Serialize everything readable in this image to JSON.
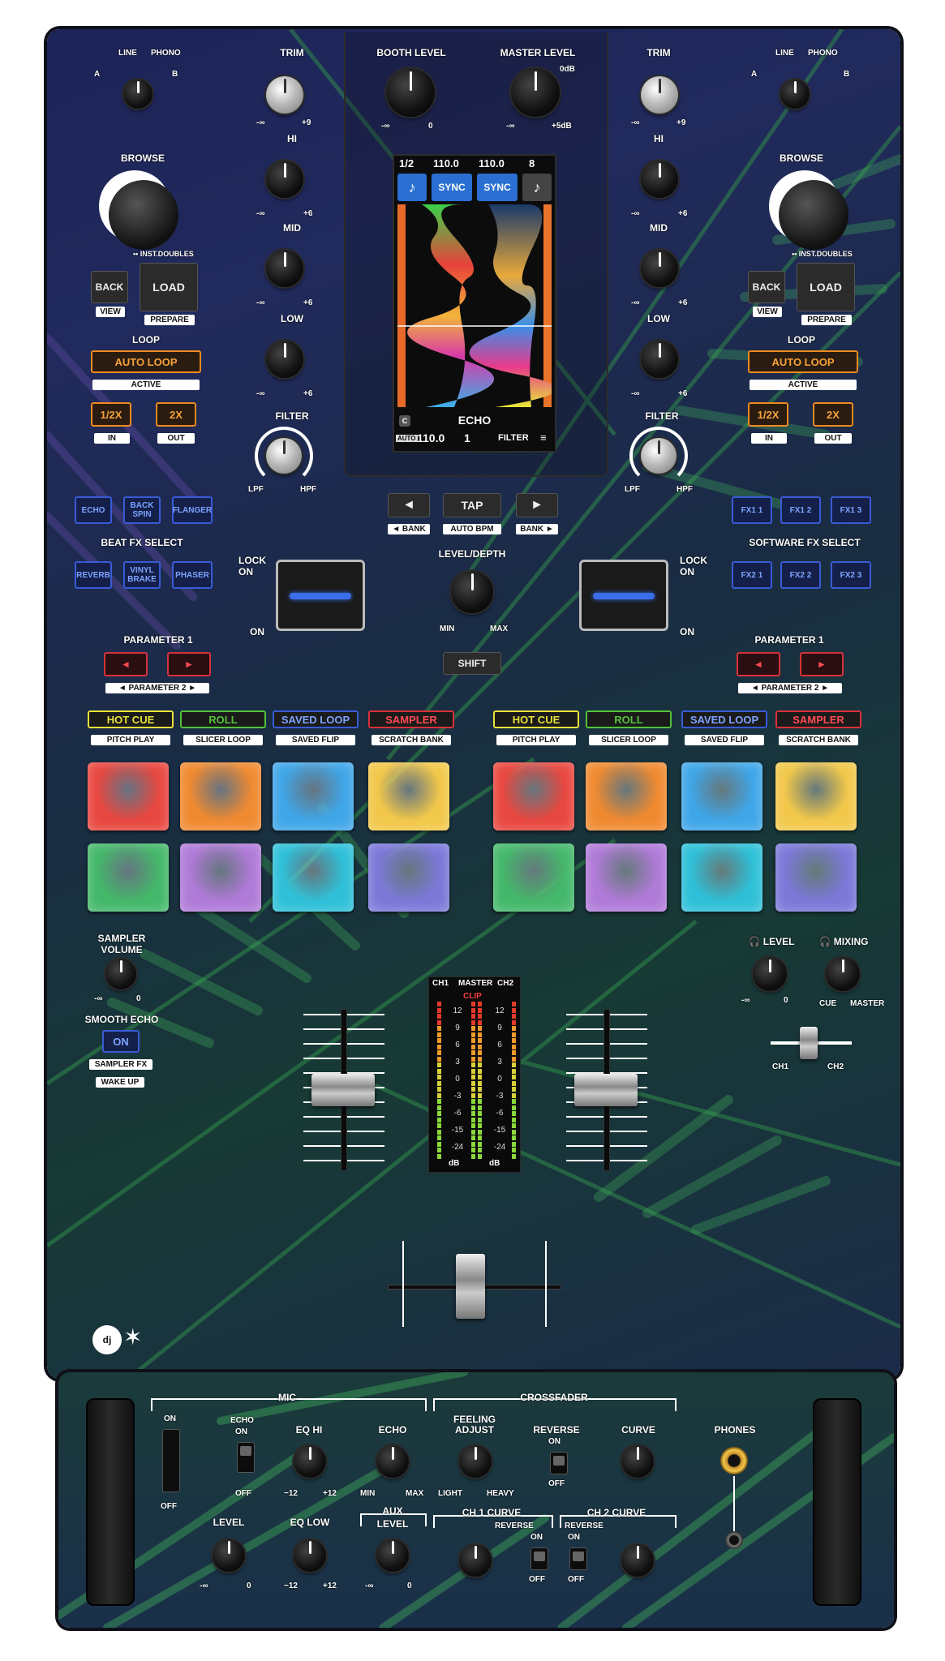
{
  "top": {
    "left_input": {
      "a": "A",
      "b": "B",
      "line": "LINE",
      "phono": "PHONO"
    },
    "right_input": {
      "a": "A",
      "b": "B",
      "line": "LINE",
      "phono": "PHONO"
    },
    "trim": "TRIM",
    "hi": "HI",
    "mid": "MID",
    "low": "LOW",
    "filter": "FILTER",
    "lpf": "LPF",
    "hpf": "HPF",
    "minus_inf": "-∞",
    "plus9": "+9",
    "plus6": "+6",
    "zero": "0",
    "plus5db": "+5dB",
    "zero_db": "0dB",
    "booth_level": "BOOTH LEVEL",
    "master_level": "MASTER LEVEL",
    "browse": "BROWSE",
    "inst_doubles": "•• INST.DOUBLES",
    "back": "BACK",
    "view": "VIEW",
    "load": "LOAD",
    "prepare": "PREPARE",
    "loop": "LOOP",
    "auto_loop": "AUTO LOOP",
    "active": "ACTIVE",
    "half_x": "1/2X",
    "two_x": "2X",
    "in": "IN",
    "out": "OUT"
  },
  "screen": {
    "beat_left": "1/2",
    "bpm_left": "110.0",
    "bpm_right": "110.0",
    "beat_right": "8",
    "sync": "SYNC",
    "fx_name": "ECHO",
    "c_badge": "C",
    "auto_badge": "AUTO",
    "bottom_bpm": "110.0",
    "bottom_beat": "1",
    "bottom_mode": "FILTER"
  },
  "beat_fx": {
    "buttons": [
      "ECHO",
      "BACK SPIN",
      "FLANGER",
      "REVERB",
      "VINYL BRAKE",
      "PHASER"
    ],
    "select_label": "BEAT FX SELECT",
    "prev": "◄",
    "tap": "TAP",
    "next": "►",
    "bank_left": "◄ BANK",
    "auto_bpm": "AUTO BPM",
    "bank_right": "BANK ►",
    "level_depth": "LEVEL/DEPTH",
    "min": "MIN",
    "max": "MAX",
    "shift": "SHIFT"
  },
  "software_fx": {
    "buttons": [
      "FX1 1",
      "FX1 2",
      "FX1 3",
      "FX2 1",
      "FX2 2",
      "FX2 3"
    ],
    "select_label": "SOFTWARE FX SELECT"
  },
  "lock": {
    "lock_on": "LOCK ON",
    "on": "ON"
  },
  "parameter": {
    "p1": "PARAMETER 1",
    "p2": "◄ PARAMETER 2 ►"
  },
  "pad_modes": {
    "hot_cue": "HOT CUE",
    "roll": "ROLL",
    "saved_loop": "SAVED LOOP",
    "sampler": "SAMPLER",
    "pitch_play": "PITCH PLAY",
    "slicer_loop": "SLICER LOOP",
    "saved_flip": "SAVED FLIP",
    "scratch_bank": "SCRATCH BANK"
  },
  "pad_colors": [
    "#e8473f",
    "#f08a30",
    "#3fa6e8",
    "#f2c84a",
    "#44b86a",
    "#b07ad8",
    "#2ec0d8",
    "#7b78d8"
  ],
  "sampler": {
    "volume": "SAMPLER VOLUME",
    "smooth_echo": "SMOOTH ECHO",
    "on": "ON",
    "sampler_fx": "SAMPLER FX",
    "wake_up": "WAKE UP"
  },
  "headphone": {
    "level": "LEVEL",
    "mixing": "MIXING",
    "cue": "CUE",
    "master": "MASTER",
    "ch1": "CH1",
    "ch2": "CH2"
  },
  "meter": {
    "ch1": "CH1",
    "master": "MASTER",
    "ch2": "CH2",
    "clip": "CLIP",
    "scale": [
      "12",
      "9",
      "6",
      "3",
      "0",
      "-3",
      "-6",
      "-15",
      "-24"
    ],
    "db": "dB"
  },
  "front": {
    "mic": "MIC",
    "crossfader": "CROSSFADER",
    "on": "ON",
    "off": "OFF",
    "echo": "ECHO",
    "echo_on": "ON",
    "eq_hi": "EQ HI",
    "eq_low": "EQ LOW",
    "minus12": "−12",
    "plus12": "+12",
    "min": "MIN",
    "max": "MAX",
    "level": "LEVEL",
    "aux": "AUX",
    "aux_level": "LEVEL",
    "feeling_adjust": "FEELING ADJUST",
    "light": "LIGHT",
    "heavy": "HEAVY",
    "reverse": "REVERSE",
    "curve": "CURVE",
    "phones": "PHONES",
    "ch1_curve": "CH 1 CURVE",
    "ch2_curve": "CH 2 CURVE",
    "minus_inf": "-∞",
    "zero": "0"
  },
  "colors": {
    "orange": "#f08a1c",
    "blue": "#3a5bd6",
    "red": "#d8313a",
    "yellow": "#e9e23a",
    "green": "#54c23a",
    "screen_blue": "#2a6fd1"
  }
}
